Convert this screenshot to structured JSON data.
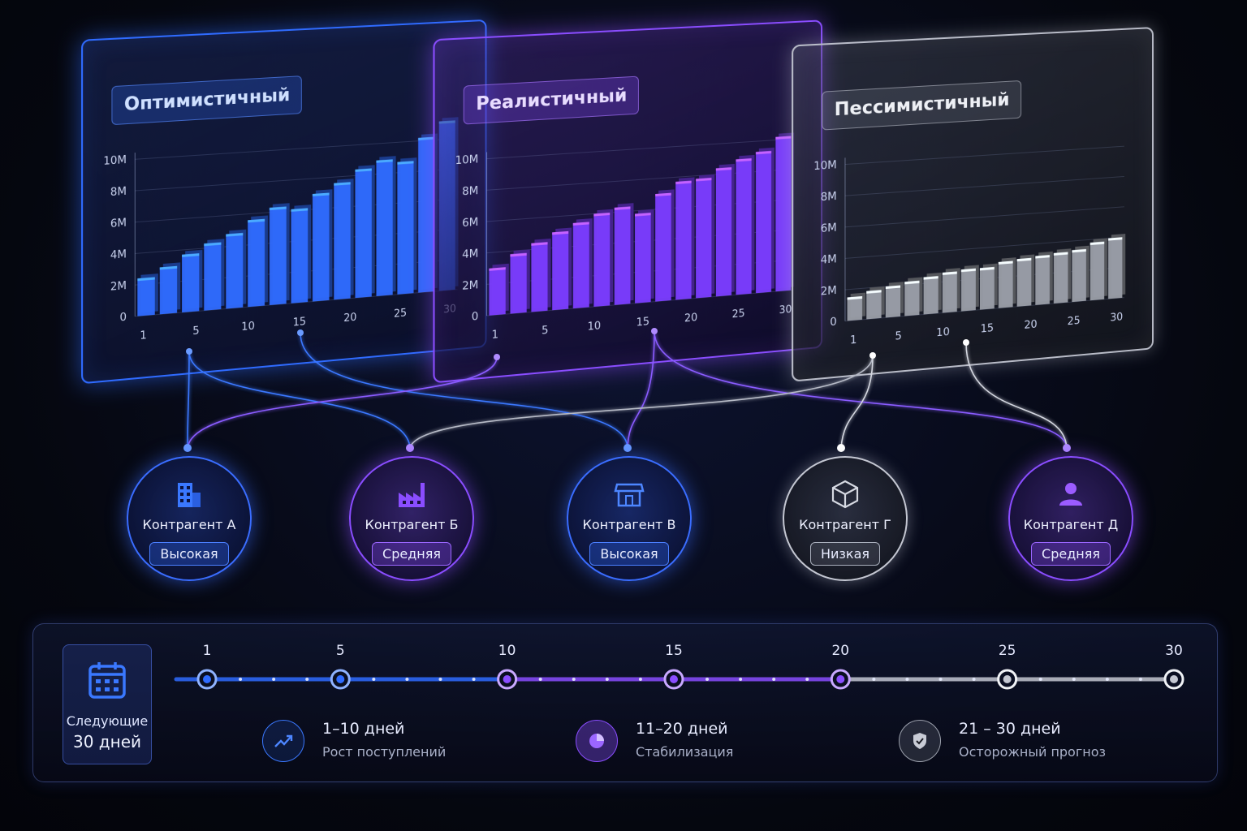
{
  "scenarios": [
    {
      "title": "Оптимистичный"
    },
    {
      "title": "Реалистичный"
    },
    {
      "title": "Пессимистичный"
    }
  ],
  "chart_data": [
    {
      "type": "bar",
      "title": "Оптимистичный",
      "y_ticks": [
        "0",
        "2M",
        "4M",
        "6M",
        "8M",
        "10M"
      ],
      "x_ticks": [
        "1",
        "5",
        "10",
        "15",
        "20",
        "25",
        "30"
      ],
      "ylim": [
        0,
        10
      ],
      "color": "#2f6bff",
      "values": [
        2.4,
        3.0,
        3.7,
        4.3,
        4.8,
        5.6,
        6.3,
        6.1,
        7.0,
        7.6,
        8.4,
        8.9,
        8.7,
        10.2,
        11.3
      ]
    },
    {
      "type": "bar",
      "title": "Реалистичный",
      "y_ticks": [
        "0",
        "2M",
        "4M",
        "6M",
        "8M",
        "10M"
      ],
      "x_ticks": [
        "1",
        "5",
        "10",
        "15",
        "20",
        "25",
        "30"
      ],
      "ylim": [
        0,
        10
      ],
      "color": "#7b3dff",
      "values": [
        3.0,
        3.8,
        4.4,
        5.0,
        5.5,
        6.0,
        6.3,
        5.8,
        7.0,
        7.7,
        7.8,
        8.4,
        8.9,
        9.3,
        10.2
      ]
    },
    {
      "type": "bar",
      "title": "Пессимистичный",
      "y_ticks": [
        "0",
        "2M",
        "4M",
        "6M",
        "8M",
        "10M"
      ],
      "x_ticks": [
        "1",
        "5",
        "10",
        "15",
        "20",
        "25",
        "30"
      ],
      "ylim": [
        0,
        10
      ],
      "color": "#9a9ea8",
      "values": [
        1.5,
        1.8,
        2.0,
        2.2,
        2.4,
        2.6,
        2.7,
        2.7,
        3.0,
        3.1,
        3.2,
        3.3,
        3.4,
        3.8,
        4.0
      ]
    }
  ],
  "counterparties": [
    {
      "name": "Контрагент А",
      "level": "Высокая",
      "icon": "building-icon",
      "color": "blue"
    },
    {
      "name": "Контрагент Б",
      "level": "Средняя",
      "icon": "factory-icon",
      "color": "purple"
    },
    {
      "name": "Контрагент В",
      "level": "Высокая",
      "icon": "store-icon",
      "color": "blue"
    },
    {
      "name": "Контрагент Г",
      "level": "Низкая",
      "icon": "box-icon",
      "color": "gray"
    },
    {
      "name": "Контрагент Д",
      "level": "Средняя",
      "icon": "user-icon",
      "color": "purple"
    }
  ],
  "timeline": {
    "label_line1": "Следующие",
    "label_line2": "30 дней",
    "ticks": [
      "1",
      "5",
      "10",
      "15",
      "20",
      "25",
      "30"
    ],
    "phases": [
      {
        "title": "1–10 дней",
        "subtitle": "Рост поступлений",
        "icon": "trending-up-icon"
      },
      {
        "title": "11–20 дней",
        "subtitle": "Стабилизация",
        "icon": "pie-chart-icon"
      },
      {
        "title": "21 – 30 дней",
        "subtitle": "Осторожный прогноз",
        "icon": "shield-check-icon"
      }
    ]
  },
  "colors": {
    "blue": "#2f6bff",
    "purple": "#8a4dff",
    "gray": "#c4c7d2"
  }
}
